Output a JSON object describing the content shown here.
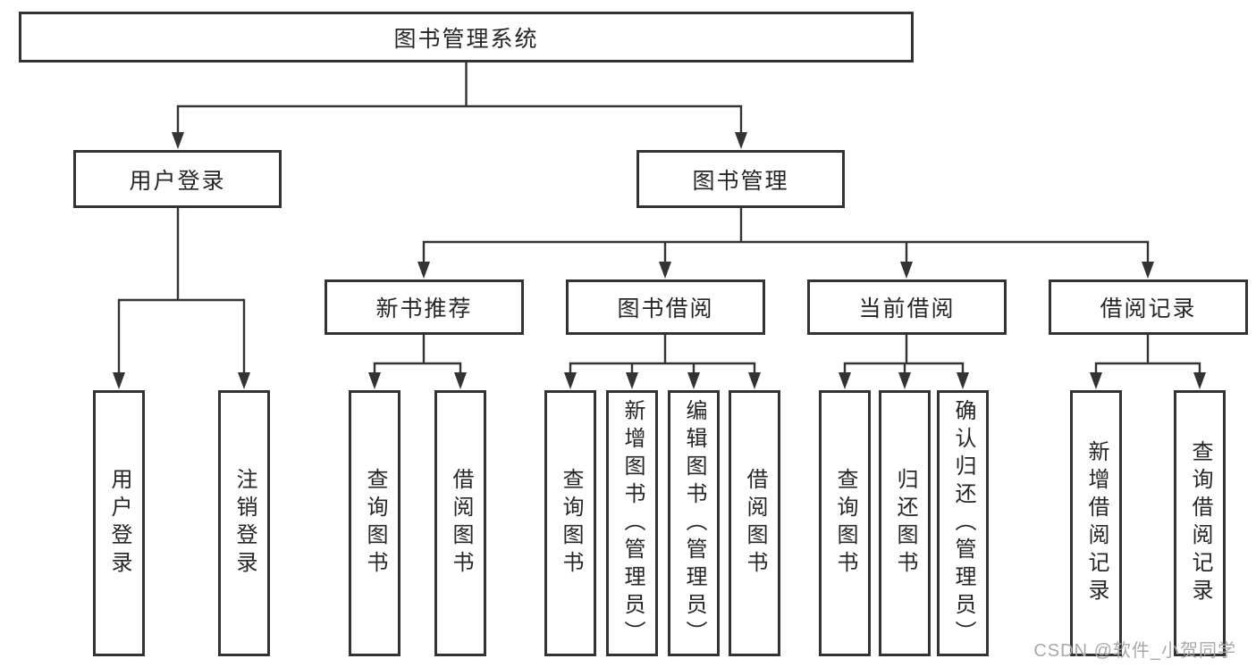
{
  "diagram": {
    "root": "图书管理系统",
    "level2": {
      "user_login": "用户登录",
      "book_mgmt": "图书管理"
    },
    "level3": {
      "new_book_rec": "新书推荐",
      "book_borrow": "图书借阅",
      "current_borrow": "当前借阅",
      "borrow_record": "借阅记录"
    },
    "leaves": {
      "user_login": "用户登录",
      "logout": "注销登录",
      "nb_query": "查询图书",
      "nb_borrow": "借阅图书",
      "bb_query": "查询图书",
      "bb_add": "新增图书（管理员）",
      "bb_edit": "编辑图书（管理员）",
      "bb_borrow": "借阅图书",
      "cb_query": "查询图书",
      "cb_return": "归还图书",
      "cb_confirm": "确认归还（管理员）",
      "br_add": "新增借阅记录",
      "br_query": "查询借阅记录"
    }
  },
  "watermark": "CSDN @软件_小贺同学",
  "colors": {
    "line": "#333333",
    "text": "#262626",
    "watermark": "#a9a9a9",
    "background": "#ffffff"
  }
}
